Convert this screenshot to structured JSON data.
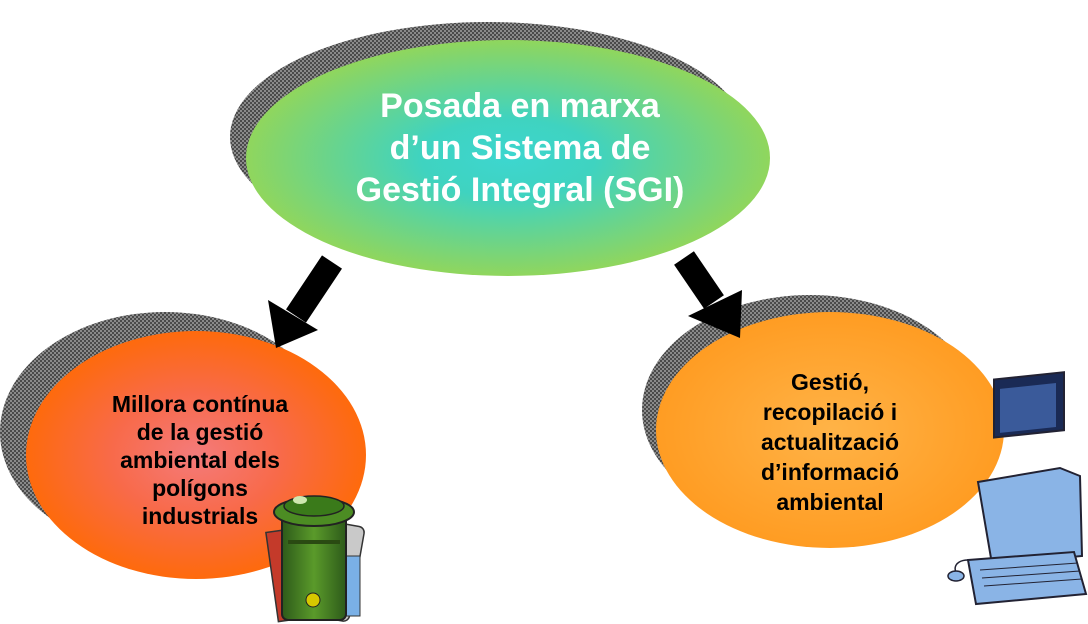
{
  "nodes": {
    "top": {
      "lines": [
        "Posada en marxa",
        "d’un Sistema de",
        "Gestió Integral (SGI)"
      ],
      "colors": {
        "outer": "#9cd64e",
        "center": "#3dd6cf",
        "text": "#ffffff"
      }
    },
    "left": {
      "lines": [
        "Millora contínua",
        "de la gestió",
        "ambiental dels",
        "polígons",
        "industrials"
      ],
      "colors": {
        "outer": "#ff6a00",
        "center": "#f47b7b",
        "text": "#000000"
      }
    },
    "right": {
      "lines": [
        "Gestió,",
        "recopilació i",
        "actualització",
        "d’informació",
        "ambiental"
      ],
      "colors": {
        "outer": "#ff9a1f",
        "center": "#ffb347",
        "text": "#000000"
      }
    }
  },
  "arrows": {
    "color": "#000000"
  },
  "clipart": {
    "left": "recycling-bin-icon",
    "right": "computer-icon"
  }
}
